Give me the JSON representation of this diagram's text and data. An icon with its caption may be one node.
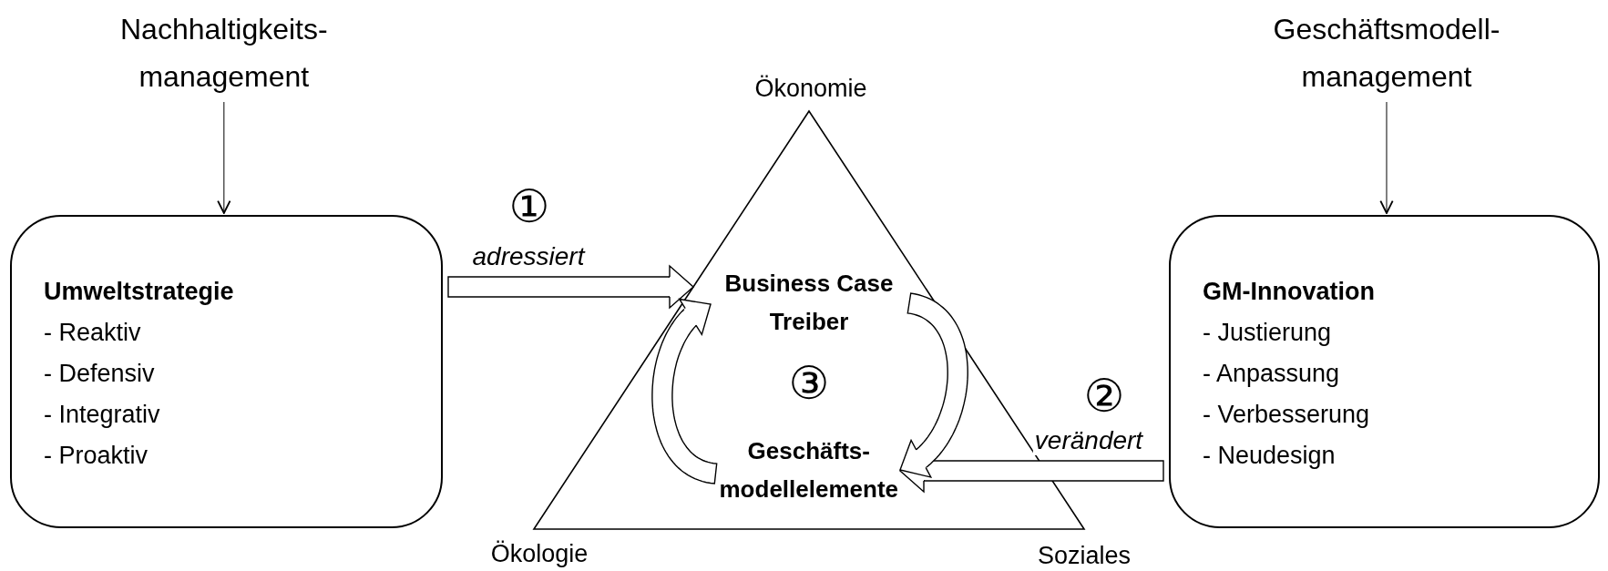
{
  "diagram": {
    "nodes": [
      {
        "text": [
          "Nachhaltigkeits- management"
        ]
      },
      {
        "text": [
          "Umweltstrategie",
          "- Reaktiv",
          "- Defensiv",
          "- Integrativ",
          "- Proaktiv"
        ]
      },
      {
        "text": [
          "Geschäftsmodell- management"
        ]
      },
      {
        "text": [
          "GM-Innovation",
          "- Justierung",
          "- Anpassung",
          "- Verbesserung",
          "- Neudesign"
        ]
      },
      {
        "text": [],
        "shape": "triangle"
      },
      {
        "text": [
          "Business Case Treiber"
        ],
        "in": 4
      },
      {
        "text": [
          "Geschäfts- modellelemente"
        ],
        "in": 4
      }
    ],
    "edges": [
      {
        "from": 0,
        "to": 1,
        "arrow": "to"
      },
      {
        "from": 2,
        "to": 3,
        "arrow": "to"
      },
      {
        "from": 1,
        "to": 4,
        "arrow": "to",
        "label": "adressiert"
      },
      {
        "from": 3,
        "to": 6,
        "arrow": "to",
        "label": "verändert"
      },
      {
        "from": 5,
        "to": 6,
        "arrow": "to"
      },
      {
        "from": 6,
        "to": 5,
        "arrow": "to"
      }
    ],
    "labels": [
      "Ökonomie",
      "①",
      "③",
      "②",
      "Ökologie",
      "Soziales"
    ]
  }
}
